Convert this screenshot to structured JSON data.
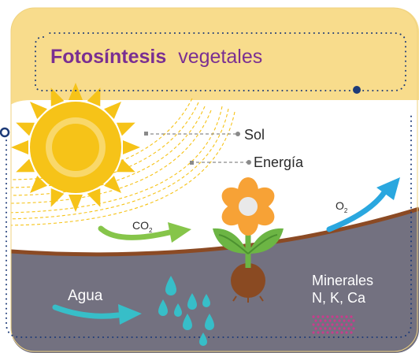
{
  "title": {
    "bold": "Fotosíntesis",
    "regular": "vegetales"
  },
  "labels": {
    "sun": "Sol",
    "energy": "Energía",
    "co2_main": "CO",
    "co2_sub": "2",
    "o2_main": "O",
    "o2_sub": "2",
    "water": "Agua",
    "minerals": "Minerales",
    "minerals_list": "N, K, Ca"
  },
  "colors": {
    "header_bg": "#F8DC8C",
    "sky_bg": "#FFFFFF",
    "ground_bg": "#737180",
    "soil_line": "#8B4A24",
    "title_purple": "#7A2F92",
    "dotted_navy": "#1E3B78",
    "sun_yellow": "#F6C318",
    "sun_inner": "#F9D86A",
    "co2_green": "#86C54A",
    "o2_blue": "#2AA7DF",
    "water_teal": "#37BEC8",
    "petal_orange": "#F7A236",
    "leaf_green": "#6CB544",
    "bulb_brown": "#8A4A22",
    "minerals_pink": "#C83C8C"
  },
  "icons": [
    "sun-icon",
    "flower-icon",
    "water-drops-icon",
    "minerals-dots-icon"
  ]
}
